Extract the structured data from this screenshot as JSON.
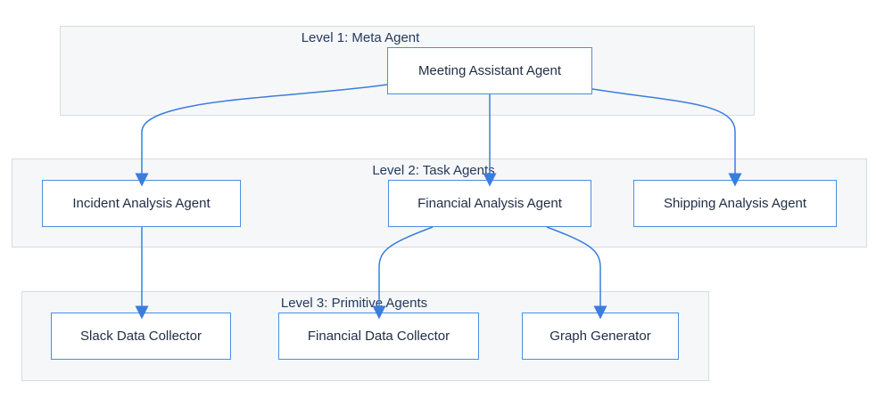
{
  "diagram": {
    "levels": [
      {
        "id": "level-1",
        "title": "Level 1: Meta Agent"
      },
      {
        "id": "level-2",
        "title": "Level 2: Task Agents"
      },
      {
        "id": "level-3",
        "title": "Level 3: Primitive Agents"
      }
    ],
    "nodes": {
      "meeting": "Meeting Assistant Agent",
      "incident": "Incident Analysis Agent",
      "financial": "Financial Analysis Agent",
      "shipping": "Shipping Analysis Agent",
      "slack": "Slack Data Collector",
      "findata": "Financial Data Collector",
      "graph": "Graph Generator"
    },
    "edges": [
      {
        "from": "meeting",
        "to": "incident"
      },
      {
        "from": "meeting",
        "to": "financial"
      },
      {
        "from": "meeting",
        "to": "shipping"
      },
      {
        "from": "incident",
        "to": "slack"
      },
      {
        "from": "financial",
        "to": "findata"
      },
      {
        "from": "financial",
        "to": "graph"
      }
    ],
    "colors": {
      "edge": "#3b7ddd",
      "node_border": "#4a8fe0",
      "level_bg": "#f6f7f9",
      "level_border": "#d8dbe0",
      "text": "#1f2d44"
    }
  }
}
